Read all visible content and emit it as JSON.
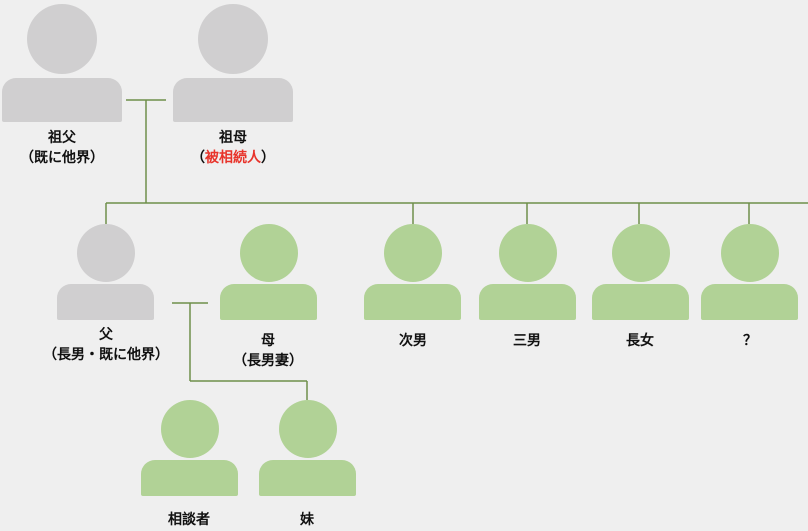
{
  "colors": {
    "background": "#efefef",
    "deceased_fill": "#d0cfd0",
    "living_fill": "#b1d296",
    "line": "#6f8f4a",
    "highlight_text": "#e8332a"
  },
  "people": {
    "grandfather": {
      "name": "祖父",
      "note": "（既に他界）"
    },
    "grandmother": {
      "name": "祖母",
      "note_open": "（",
      "note_highlight": "被相続人",
      "note_close": "）"
    },
    "father": {
      "name": "父",
      "note": "（長男・既に他界）"
    },
    "mother": {
      "name": "母",
      "note": "（長男妻）"
    },
    "second_son": {
      "name": "次男"
    },
    "third_son": {
      "name": "三男"
    },
    "eldest_daughter": {
      "name": "長女"
    },
    "unknown": {
      "name": "？"
    },
    "consultant": {
      "name": "相談者"
    },
    "younger_sister": {
      "name": "妹"
    }
  }
}
